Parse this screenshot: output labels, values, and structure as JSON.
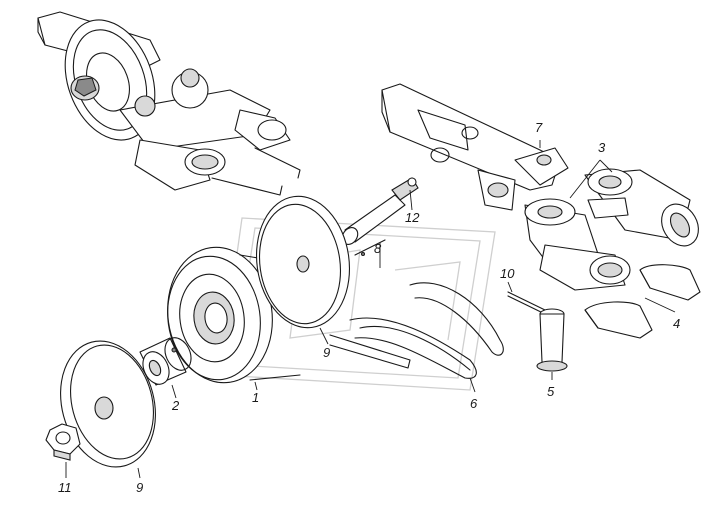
{
  "callouts": [
    {
      "id": "c1",
      "label": "1"
    },
    {
      "id": "c2",
      "label": "2"
    },
    {
      "id": "c3",
      "label": "3"
    },
    {
      "id": "c4",
      "label": "4"
    },
    {
      "id": "c5",
      "label": "5"
    },
    {
      "id": "c6",
      "label": "6"
    },
    {
      "id": "c7",
      "label": "7"
    },
    {
      "id": "c8",
      "label": "8"
    },
    {
      "id": "c9a",
      "label": "9"
    },
    {
      "id": "c9b",
      "label": "9"
    },
    {
      "id": "c10",
      "label": "10"
    },
    {
      "id": "c11",
      "label": "11"
    },
    {
      "id": "c12",
      "label": "12"
    }
  ]
}
